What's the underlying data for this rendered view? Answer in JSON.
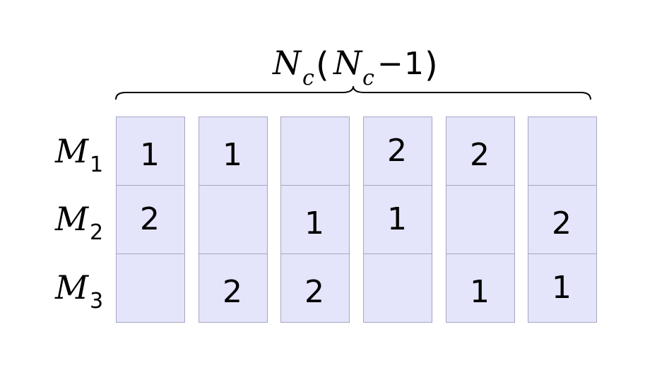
{
  "title": {
    "symbol": "N",
    "subscript": "c",
    "open_paren": "(",
    "inner_symbol": "N",
    "inner_subscript": "c",
    "operator": "−",
    "constant": "1",
    "close_paren": ")"
  },
  "rows": [
    {
      "symbol": "M",
      "subscript": "1"
    },
    {
      "symbol": "M",
      "subscript": "2"
    },
    {
      "symbol": "M",
      "subscript": "3"
    }
  ],
  "columns": [
    {
      "cells": [
        "1",
        "2",
        ""
      ]
    },
    {
      "cells": [
        "1",
        "",
        "2"
      ]
    },
    {
      "cells": [
        "",
        "1",
        "2"
      ]
    },
    {
      "cells": [
        "2",
        "1",
        ""
      ]
    },
    {
      "cells": [
        "2",
        "",
        "1"
      ]
    },
    {
      "cells": [
        "",
        "2",
        "1"
      ]
    }
  ],
  "colors": {
    "cell_fill": "#e4e4fa",
    "cell_border": "#a6a6c2",
    "text": "#000000"
  }
}
